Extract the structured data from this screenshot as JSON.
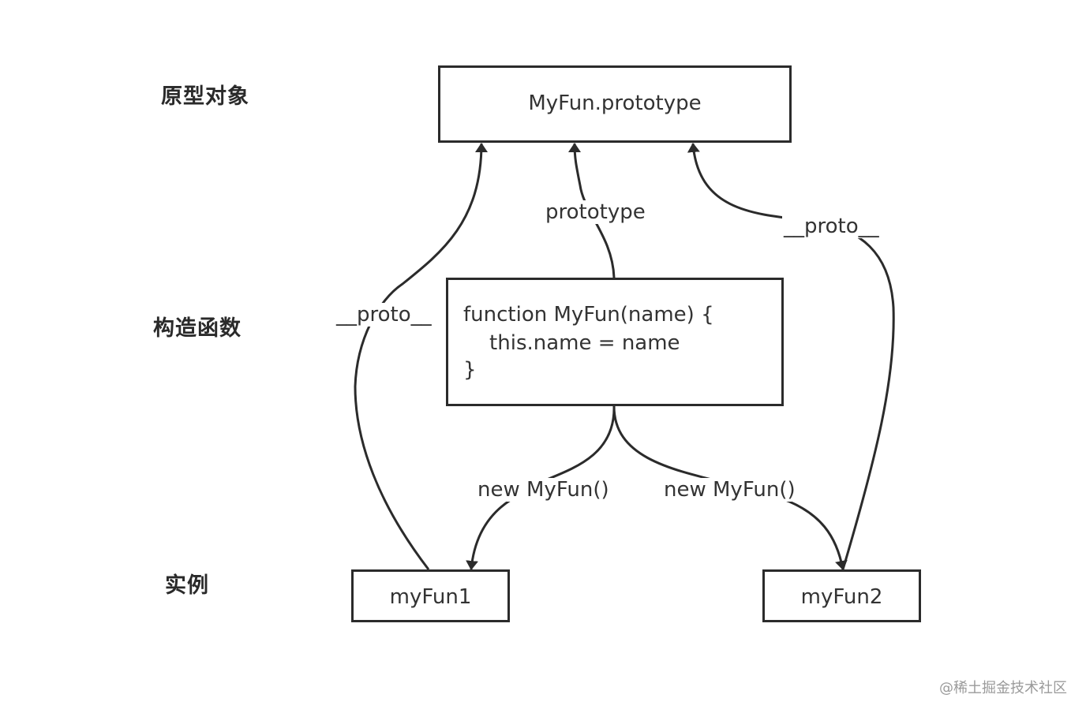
{
  "row_labels": {
    "prototype_object": "原型对象",
    "constructor": "构造函数",
    "instance": "实例"
  },
  "nodes": {
    "prototype_box": "MyFun.prototype",
    "constructor_code": {
      "line1": "function MyFun(name) {",
      "line2": "    this.name = name",
      "line3": "}"
    },
    "instance1": "myFun1",
    "instance2": "myFun2"
  },
  "edges": {
    "proto_left": "__proto__",
    "prototype": "prototype",
    "proto_right": "__proto__",
    "new_left": "new MyFun()",
    "new_right": "new MyFun()"
  },
  "watermark": "@稀土掘金技术社区",
  "colors": {
    "stroke": "#2b2b2b",
    "text": "#333333"
  }
}
